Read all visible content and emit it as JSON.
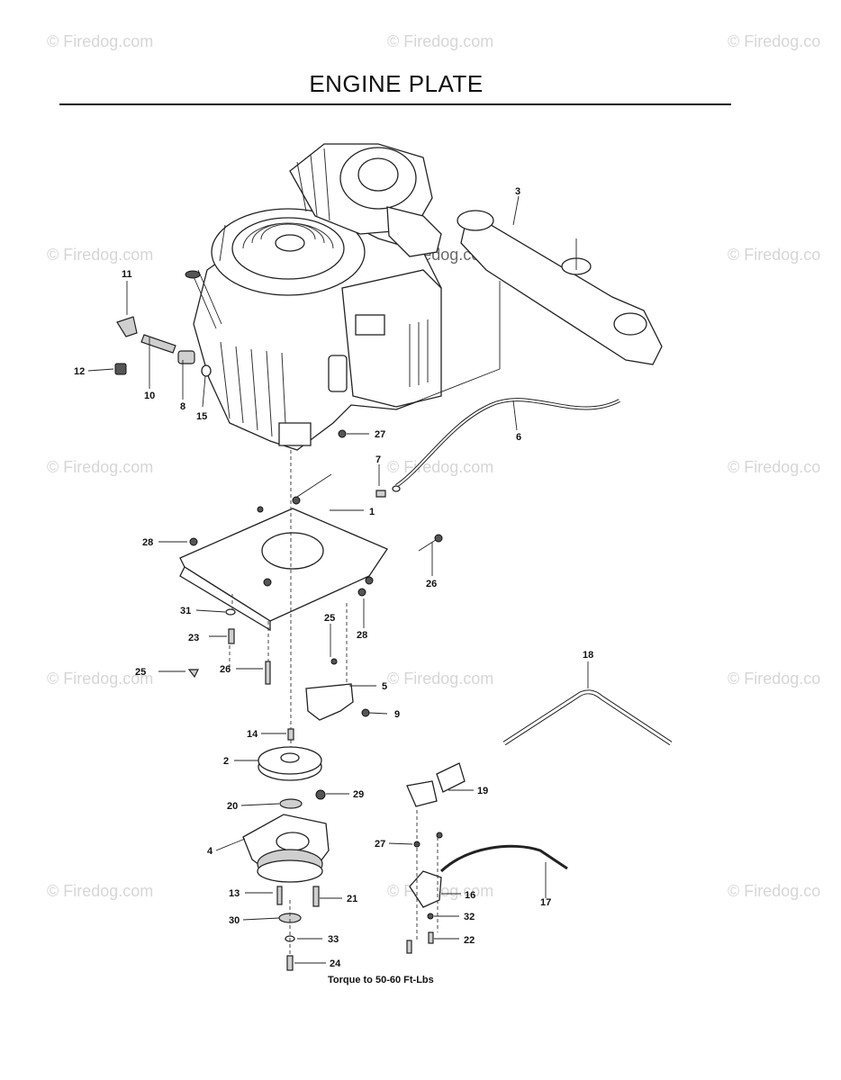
{
  "title": "ENGINE PLATE",
  "watermarks": [
    "© Firedog.com",
    "© Firedog.com",
    "© Firedog.co",
    "© Firedog.com",
    "© Firedog.com",
    "© Firedog.co",
    "© Firedog.com",
    "© Firedog.com",
    "© Firedog.co",
    "© Firedog.com",
    "© Firedog.com",
    "© Firedog.co",
    "© Firedog.com",
    "© Firedog.com",
    "© Firedog.co"
  ],
  "callouts": [
    "1",
    "2",
    "3",
    "4",
    "5",
    "6",
    "7",
    "8",
    "9",
    "10",
    "11",
    "12",
    "13",
    "14",
    "15",
    "16",
    "17",
    "18",
    "19",
    "20",
    "21",
    "22",
    "23",
    "24",
    "25",
    "25",
    "26",
    "26",
    "27",
    "27",
    "28",
    "28",
    "29",
    "30",
    "31",
    "32",
    "33"
  ],
  "torque_note": "Torque to 50-60 Ft-Lbs"
}
